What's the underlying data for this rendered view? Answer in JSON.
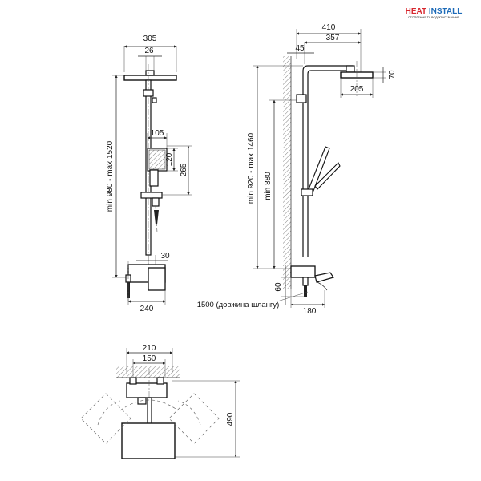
{
  "logo": {
    "name": "HEAT INSTALL",
    "tagline": "ОТОПЛЕННЯ ТА ВОДОПОСТАЧАННЯ",
    "colors": {
      "heat": "#d7282f",
      "install": "#1e6bb8",
      "tagline": "#555555"
    }
  },
  "front_view": {
    "dims": {
      "head_width": "305",
      "head_arm": "26",
      "hand_shower_width": "105",
      "hand_shower_height": "120",
      "holder_height": "265",
      "total_height": "min 980 - max 1520",
      "spout": "30",
      "base_width": "240"
    }
  },
  "side_view": {
    "dims": {
      "arm_total": "410",
      "arm_reach": "357",
      "wall_offset": "45",
      "head_thickness": "70",
      "head_diameter": "205",
      "total_height": "min 920 - max 1460",
      "min_height": "min 880",
      "bottom_offset": "60",
      "projection": "180"
    },
    "note": "1500 (довжина шлангу)"
  },
  "top_view": {
    "dims": {
      "outer_width": "210",
      "center_distance": "150",
      "depth": "490"
    }
  }
}
